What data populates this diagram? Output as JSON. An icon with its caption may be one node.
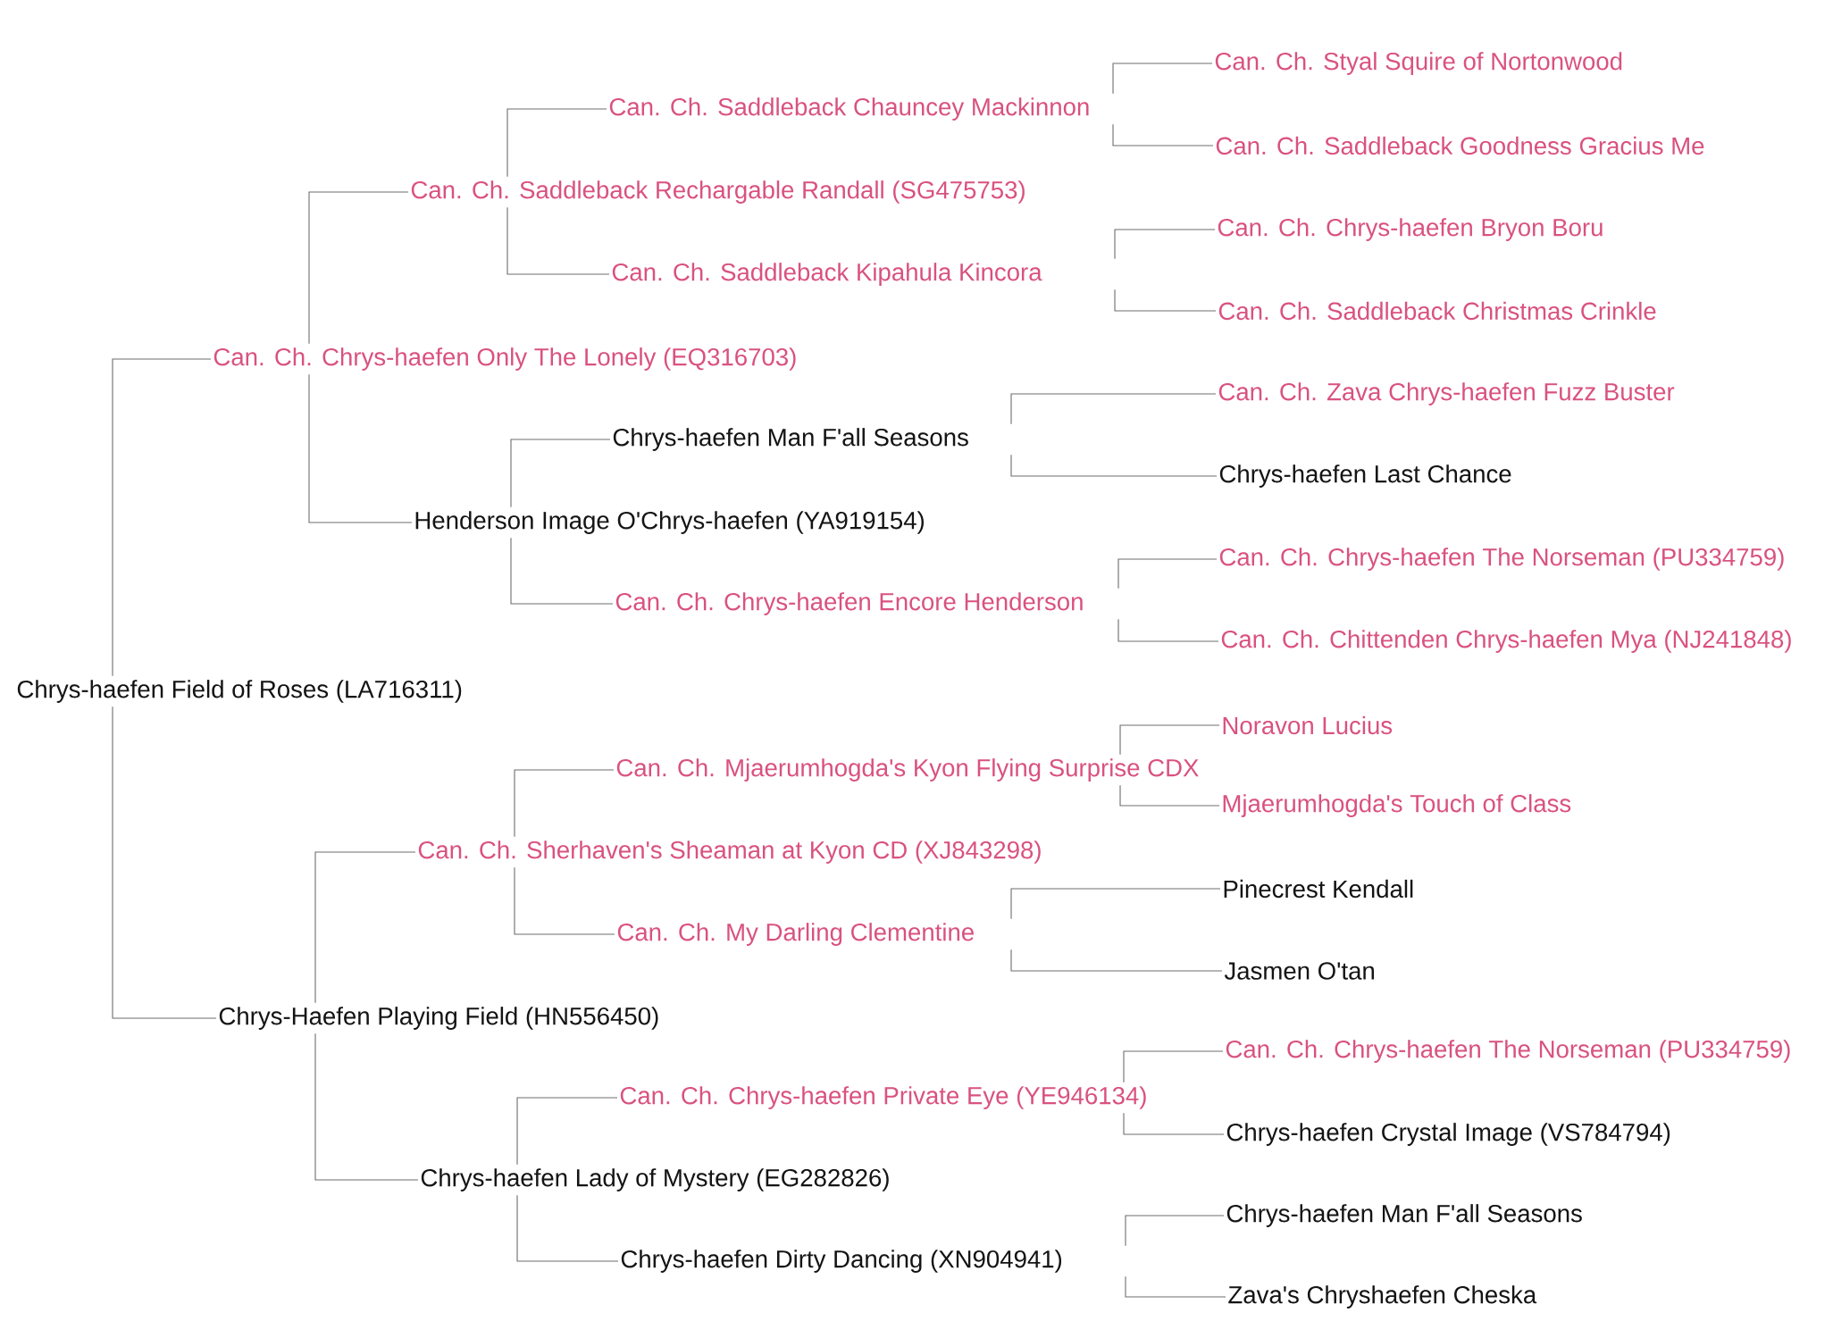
{
  "diagram": {
    "nodes": [
      {
        "text": [
          "Chrys-haefen Field of Roses (LA716311)"
        ]
      },
      {
        "text": [
          "Can. Ch. Chrys-haefen Only The Lonely (EQ316703)"
        ]
      },
      {
        "text": [
          "Chrys-Haefen Playing Field (HN556450)"
        ]
      },
      {
        "text": [
          "Can. Ch. Saddleback Rechargable Randall (SG475753)"
        ]
      },
      {
        "text": [
          "Henderson Image O'Chrys-haefen (YA919154)"
        ]
      },
      {
        "text": [
          "Can. Ch. Sherhaven's Sheaman at Kyon CD (XJ843298)"
        ]
      },
      {
        "text": [
          "Chrys-haefen Lady of Mystery (EG282826)"
        ]
      },
      {
        "text": [
          "Can. Ch. Saddleback Chauncey Mackinnon"
        ]
      },
      {
        "text": [
          "Can. Ch. Saddleback Kipahula Kincora"
        ]
      },
      {
        "text": [
          "Chrys-haefen Man F'all Seasons"
        ]
      },
      {
        "text": [
          "Can. Ch. Chrys-haefen Encore Henderson"
        ]
      },
      {
        "text": [
          "Can. Ch. Mjaerumhogda's Kyon Flying Surprise CDX"
        ]
      },
      {
        "text": [
          "Can. Ch. My Darling Clementine"
        ]
      },
      {
        "text": [
          "Can. Ch. Chrys-haefen Private Eye (YE946134)"
        ]
      },
      {
        "text": [
          "Chrys-haefen Dirty Dancing (XN904941)"
        ]
      },
      {
        "text": [
          "Can. Ch. Styal Squire of Nortonwood"
        ]
      },
      {
        "text": [
          "Can. Ch. Saddleback Goodness Gracius Me"
        ]
      },
      {
        "text": [
          "Can. Ch. Chrys-haefen Bryon Boru"
        ]
      },
      {
        "text": [
          "Can. Ch. Saddleback Christmas Crinkle"
        ]
      },
      {
        "text": [
          "Can. Ch. Zava Chrys-haefen Fuzz Buster"
        ]
      },
      {
        "text": [
          "Chrys-haefen Last Chance"
        ]
      },
      {
        "text": [
          "Can. Ch. Chrys-haefen The Norseman (PU334759)"
        ]
      },
      {
        "text": [
          "Can. Ch. Chittenden Chrys-haefen Mya (NJ241848)"
        ]
      },
      {
        "text": [
          "Noravon Lucius"
        ]
      },
      {
        "text": [
          "Mjaerumhogda's Touch of Class"
        ]
      },
      {
        "text": [
          "Pinecrest Kendall"
        ]
      },
      {
        "text": [
          "Jasmen O'tan"
        ]
      },
      {
        "text": [
          "Can. Ch. Chrys-haefen The Norseman (PU334759)"
        ]
      },
      {
        "text": [
          "Chrys-haefen Crystal Image (VS784794)"
        ]
      },
      {
        "text": [
          "Chrys-haefen Man F'all Seasons"
        ]
      },
      {
        "text": [
          "Zava's Chryshaefen Cheska"
        ]
      }
    ],
    "edges": [
      {
        "from": 0,
        "to": 1,
        "arrow": "none"
      },
      {
        "from": 0,
        "to": 2,
        "arrow": "none"
      },
      {
        "from": 1,
        "to": 3,
        "arrow": "none"
      },
      {
        "from": 1,
        "to": 4,
        "arrow": "none"
      },
      {
        "from": 2,
        "to": 5,
        "arrow": "none"
      },
      {
        "from": 2,
        "to": 6,
        "arrow": "none"
      },
      {
        "from": 3,
        "to": 7,
        "arrow": "none"
      },
      {
        "from": 3,
        "to": 8,
        "arrow": "none"
      },
      {
        "from": 4,
        "to": 9,
        "arrow": "none"
      },
      {
        "from": 4,
        "to": 10,
        "arrow": "none"
      },
      {
        "from": 5,
        "to": 11,
        "arrow": "none"
      },
      {
        "from": 5,
        "to": 12,
        "arrow": "none"
      },
      {
        "from": 6,
        "to": 13,
        "arrow": "none"
      },
      {
        "from": 6,
        "to": 14,
        "arrow": "none"
      },
      {
        "from": 7,
        "to": 15,
        "arrow": "none"
      },
      {
        "from": 7,
        "to": 16,
        "arrow": "none"
      },
      {
        "from": 8,
        "to": 17,
        "arrow": "none"
      },
      {
        "from": 8,
        "to": 18,
        "arrow": "none"
      },
      {
        "from": 9,
        "to": 19,
        "arrow": "none"
      },
      {
        "from": 9,
        "to": 20,
        "arrow": "none"
      },
      {
        "from": 10,
        "to": 21,
        "arrow": "none"
      },
      {
        "from": 10,
        "to": 22,
        "arrow": "none"
      },
      {
        "from": 11,
        "to": 23,
        "arrow": "none"
      },
      {
        "from": 11,
        "to": 24,
        "arrow": "none"
      },
      {
        "from": 12,
        "to": 25,
        "arrow": "none"
      },
      {
        "from": 12,
        "to": 26,
        "arrow": "none"
      },
      {
        "from": 13,
        "to": 27,
        "arrow": "none"
      },
      {
        "from": 13,
        "to": 28,
        "arrow": "none"
      },
      {
        "from": 14,
        "to": 29,
        "arrow": "none"
      },
      {
        "from": 14,
        "to": 30,
        "arrow": "none"
      }
    ]
  }
}
